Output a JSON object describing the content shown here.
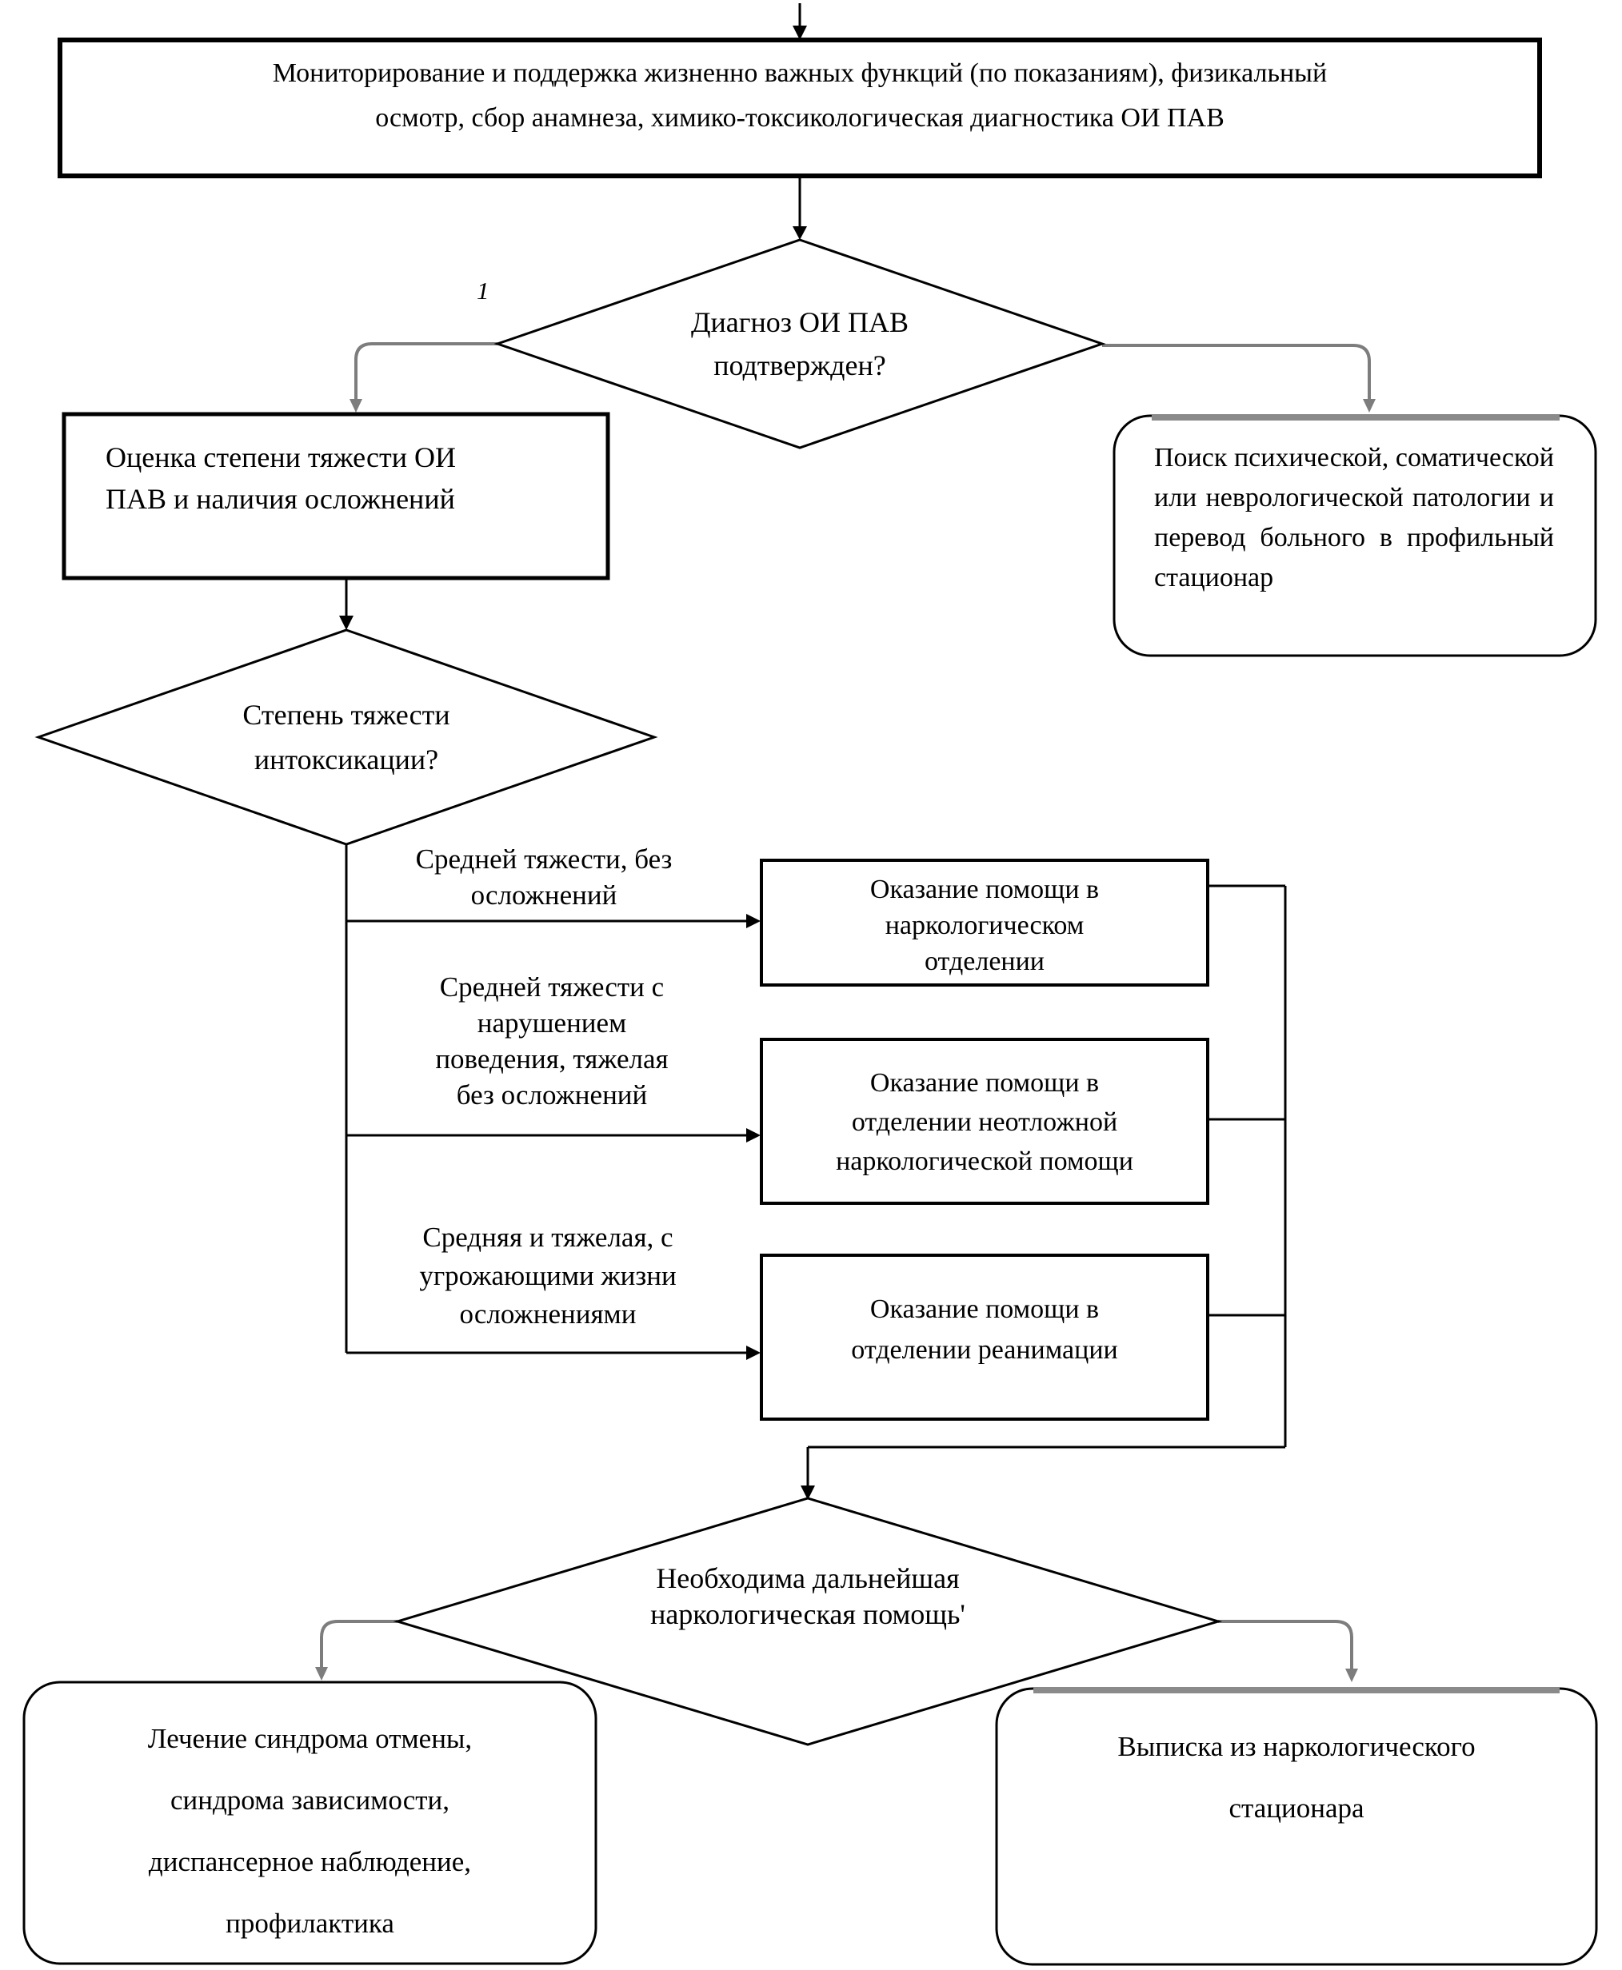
{
  "colors": {
    "line": "#000000",
    "grey_line": "#7d7d7d",
    "shadow_grey": "#8a8a8a",
    "background": "#ffffff",
    "text": "#000000"
  },
  "nodes": {
    "monitoring": {
      "type": "process",
      "lines": [
        "Мониторирование и поддержка жизненно важных функций (по показаниям), физикальный",
        "осмотр, сбор анамнеза, химико-токсикологическая диагностика ОИ ПАВ"
      ]
    },
    "diagnosis_decision": {
      "type": "decision",
      "lines": [
        "Диагноз ОИ ПАВ",
        "подтвержден?"
      ]
    },
    "diagnosis_branch_mark": {
      "text": "1"
    },
    "severity_assessment": {
      "type": "process",
      "lines": [
        "Оценка степени тяжести ОИ",
        "ПАВ и наличия осложнений"
      ]
    },
    "pathology_transfer": {
      "type": "terminator",
      "text": "Поиск психической, соматической или неврологической патологии и перевод больного в профильный стационар"
    },
    "severity_decision": {
      "type": "decision",
      "lines": [
        "Степень тяжести",
        "интоксикации?"
      ]
    },
    "branch_labels": {
      "moderate": {
        "lines": [
          "Средней тяжести, без",
          "осложнений"
        ]
      },
      "moderate_behavior": {
        "lines": [
          "Средней тяжести с",
          "нарушением",
          "поведения, тяжелая",
          "без осложнений"
        ]
      },
      "severe": {
        "lines": [
          "Средняя и тяжелая, с",
          "угрожающими жизни",
          "осложнениями"
        ]
      }
    },
    "narcology_department": {
      "type": "process",
      "lines": [
        "Оказание помощи в",
        "наркологическом",
        "отделении"
      ]
    },
    "emergency_department": {
      "type": "process",
      "lines": [
        "Оказание помощи в",
        "отделении неотложной",
        "наркологической помощи"
      ]
    },
    "intensive_care": {
      "type": "process",
      "lines": [
        "Оказание помощи в",
        "отделении реанимации"
      ]
    },
    "further_care_decision": {
      "type": "decision",
      "lines": [
        "Необходима дальнейшая",
        "наркологическая помощь'"
      ]
    },
    "withdrawal_treatment": {
      "type": "terminator",
      "lines": [
        "Лечение синдрома отмены,",
        "синдрома зависимости,",
        "диспансерное наблюдение,",
        "профилактика"
      ]
    },
    "discharge": {
      "type": "terminator",
      "lines": [
        "Выписка из наркологического",
        "стационара"
      ]
    }
  }
}
